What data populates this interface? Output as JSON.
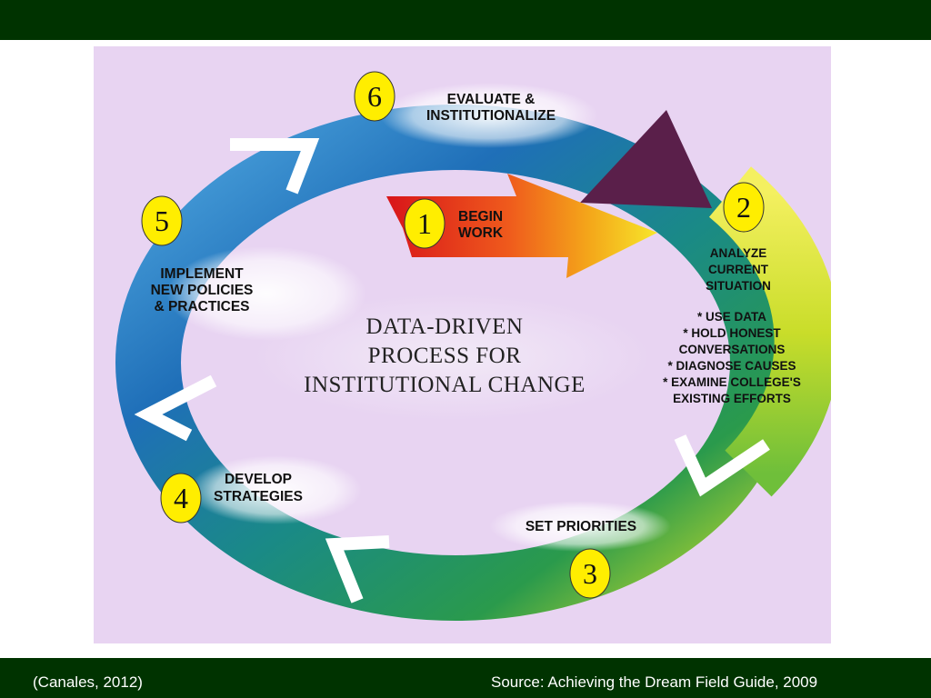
{
  "colors": {
    "bar": "#003300",
    "panel_bg": "#e8d4f2",
    "badge": "#ffee00",
    "ring_blue": "#1a6fc0",
    "ring_teal": "#1a8a86",
    "ring_green": "#2a9a4c",
    "ring_lime": "#c9dd2a",
    "arrow_red": "#d8151a",
    "arrow_yellow": "#f7e62a",
    "arrow_purple": "#5a1f4a"
  },
  "diagram": {
    "title_lines": [
      "DATA-DRIVEN",
      "PROCESS FOR",
      "INSTITUTIONAL CHANGE"
    ],
    "steps": [
      {
        "number": "1",
        "lines": [
          "BEGIN",
          "WORK"
        ]
      },
      {
        "number": "2",
        "lines": [
          "ANALYZE",
          "CURRENT",
          "SITUATION"
        ],
        "details": [
          "* USE DATA",
          "* HOLD HONEST",
          "CONVERSATIONS",
          "* DIAGNOSE CAUSES",
          "* EXAMINE COLLEGE'S",
          "EXISTING EFFORTS"
        ]
      },
      {
        "number": "3",
        "lines": [
          "SET PRIORITIES"
        ]
      },
      {
        "number": "4",
        "lines": [
          "DEVELOP",
          "STRATEGIES"
        ]
      },
      {
        "number": "5",
        "lines": [
          "IMPLEMENT",
          "NEW POLICIES",
          "& PRACTICES"
        ]
      },
      {
        "number": "6",
        "lines": [
          "EVALUATE &",
          "INSTITUTIONALIZE"
        ]
      }
    ]
  },
  "footer": {
    "citation": "(Canales, 2012)",
    "source": "Source: Achieving the Dream Field Guide, 2009"
  }
}
